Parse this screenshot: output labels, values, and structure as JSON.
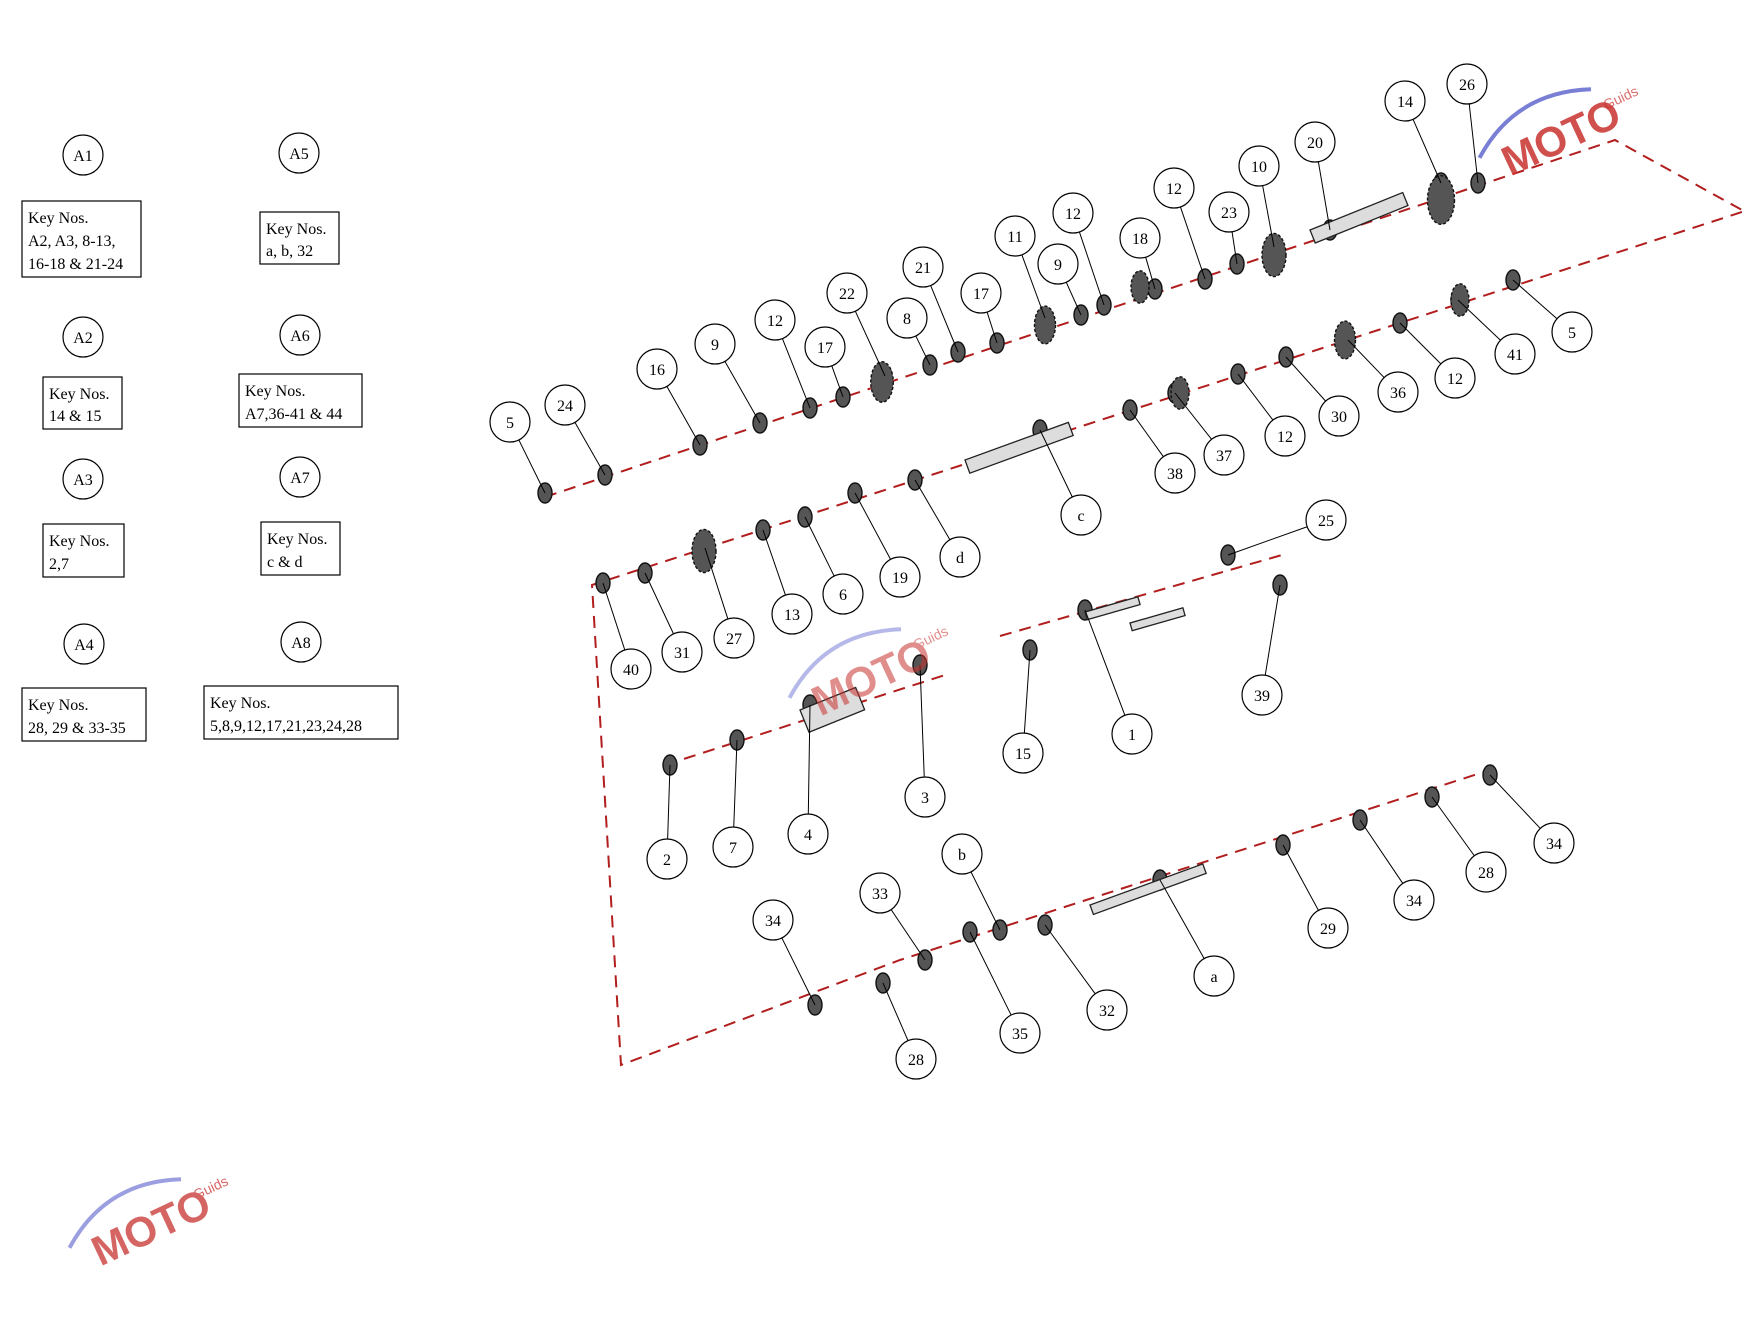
{
  "assemblies": [
    {
      "id": "A1",
      "lines": [
        "Key Nos.",
        "A2, A3, 8-13,",
        "16-18 & 21-24"
      ]
    },
    {
      "id": "A2",
      "lines": [
        "Key Nos.",
        "14 & 15"
      ]
    },
    {
      "id": "A3",
      "lines": [
        "Key Nos.",
        "2,7"
      ]
    },
    {
      "id": "A4",
      "lines": [
        "Key Nos.",
        "28, 29 & 33-35"
      ]
    },
    {
      "id": "A5",
      "lines": [
        "Key Nos.",
        "a, b, 32"
      ]
    },
    {
      "id": "A6",
      "lines": [
        "Key Nos.",
        "A7,36-41 & 44"
      ]
    },
    {
      "id": "A7",
      "lines": [
        "Key Nos.",
        "c & d"
      ]
    },
    {
      "id": "A8",
      "lines": [
        "Key Nos.",
        "5,8,9,12,17,21,23,24,28"
      ]
    }
  ],
  "callouts": [
    "5",
    "24",
    "16",
    "9",
    "12",
    "17",
    "22",
    "8",
    "21",
    "17",
    "11",
    "9",
    "12",
    "18",
    "12",
    "23",
    "10",
    "20",
    "14",
    "26",
    "5",
    "41",
    "12",
    "36",
    "30",
    "12",
    "37",
    "38",
    "c",
    "d",
    "19",
    "6",
    "13",
    "27",
    "31",
    "40",
    "25",
    "39",
    "1",
    "15",
    "3",
    "4",
    "7",
    "2",
    "34",
    "28",
    "34",
    "29",
    "a",
    "32",
    "35",
    "b",
    "33",
    "34",
    "28"
  ],
  "logo": {
    "brand": "MOTO",
    "sub": "Guids",
    "color_primary": "#c8322f",
    "color_secondary": "#7a7fd6"
  },
  "colors": {
    "axis": "#b21e1e",
    "ink": "#000000"
  }
}
